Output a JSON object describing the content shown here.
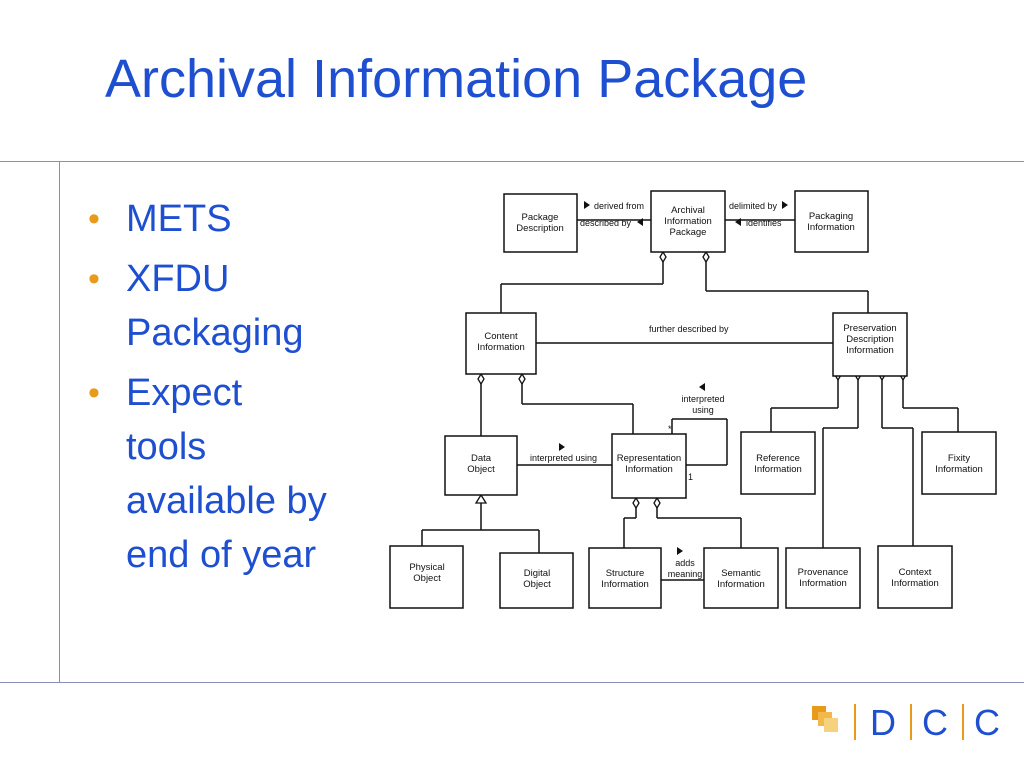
{
  "slide": {
    "title": "Archival Information Package",
    "bullets": [
      "METS",
      "XFDU\nPackaging",
      "Expect\ntools\navailable by\nend of year"
    ]
  },
  "diagram": {
    "boxes": {
      "package_description": [
        "Package",
        "Description"
      ],
      "archival_information_package": [
        "Archival",
        "Information",
        "Package"
      ],
      "packaging_information": [
        "Packaging",
        "Information"
      ],
      "content_information": [
        "Content",
        "Information"
      ],
      "preservation_description_information": [
        "Preservation",
        "Description",
        "Information"
      ],
      "data_object": [
        "Data",
        "Object"
      ],
      "representation_information": [
        "Representation",
        "Information"
      ],
      "reference_information": [
        "Reference",
        "Information"
      ],
      "fixity_information": [
        "Fixity",
        "Information"
      ],
      "physical_object": [
        "Physical",
        "Object"
      ],
      "digital_object": [
        "Digital",
        "Object"
      ],
      "structure_information": [
        "Structure",
        "Information"
      ],
      "semantic_information": [
        "Semantic",
        "Information"
      ],
      "provenance_information": [
        "Provenance",
        "Information"
      ],
      "context_information": [
        "Context",
        "Information"
      ]
    },
    "relations": {
      "derived_from": "derived from",
      "described_by": "described by",
      "delimited_by": "delimited by",
      "identifies": "identifies",
      "further_described_by": "further described by",
      "interpreted_using": "interpreted using",
      "interpreted_using_self": [
        "interpreted",
        "using"
      ],
      "adds_meaning": [
        "adds",
        "meaning"
      ],
      "multiplicity_one": "1",
      "multiplicity_many": "*"
    }
  },
  "logo": {
    "letters": [
      "D",
      "C",
      "C"
    ],
    "colors": [
      "#e89a1b",
      "#f2b84b",
      "#f7d27e"
    ]
  }
}
